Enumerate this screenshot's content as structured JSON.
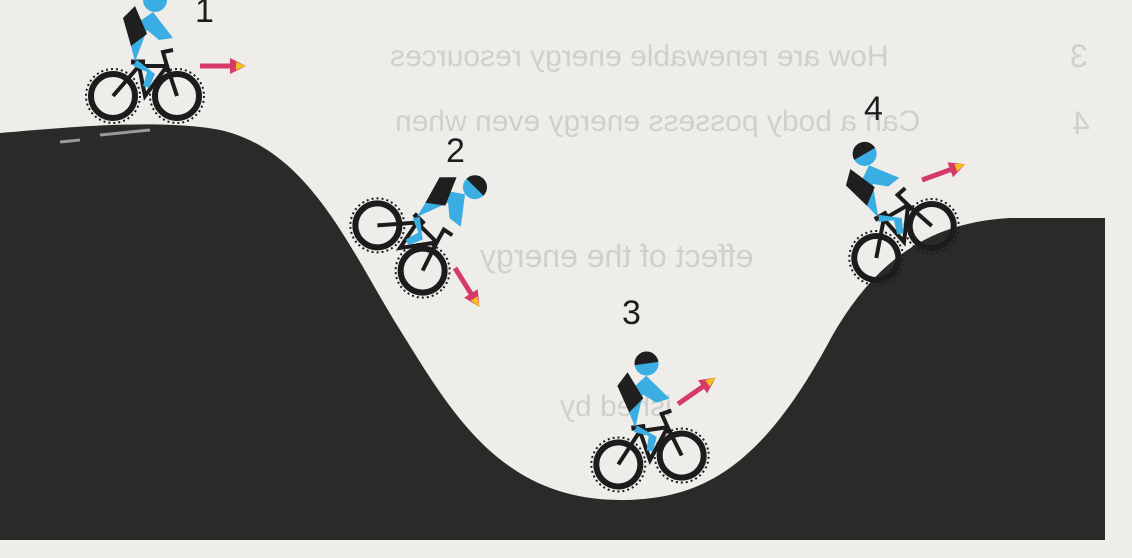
{
  "labels": {
    "p1": "1",
    "p2": "2",
    "p3": "3",
    "p4": "4"
  },
  "bleed_through": [
    "How are renewable energy resources",
    "Can a body possess energy even when",
    "effect of the energy",
    "ished by"
  ],
  "bleed_numbers": [
    "3",
    "4"
  ],
  "colors": {
    "hill": "#2b2a28",
    "rider": "#3aaee2",
    "helmet": "#1f1f1f",
    "wheel": "#1c1c1c",
    "arrow": "#d63a66",
    "arrow_tip": "#f0c21e",
    "paper": "#efedea"
  },
  "icons": [
    "cyclist-icon",
    "velocity-arrow-icon"
  ]
}
